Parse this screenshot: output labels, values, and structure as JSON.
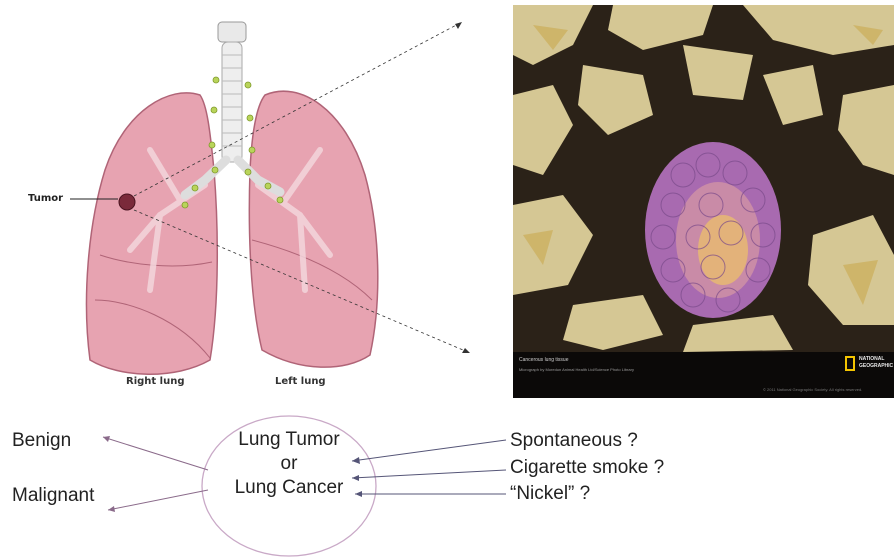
{
  "lung_diagram": {
    "tumor_label": "Tumor",
    "right_lung_label": "Right lung",
    "left_lung_label": "Left lung"
  },
  "photo": {
    "caption_title": "Cancerous lung tissue",
    "caption_credit": "Micrograph by Moredun Animal Health Ltd/Science Photo Library",
    "logo_text": "NATIONAL GEOGRAPHIC",
    "copyright": "© 2011 National Geographic Society. All rights reserved.",
    "colors": {
      "tumor": "#a86ab0",
      "tissue": "#e8d9a2",
      "background": "#2b2218"
    }
  },
  "concept_map": {
    "center_line1": "Lung Tumor",
    "center_line2": "or",
    "center_line3": "Lung Cancer",
    "outcomes": [
      "Benign",
      "Malignant"
    ],
    "causes": [
      "Spontaneous ?",
      "Cigarette smoke ?",
      "“Nickel” ?"
    ]
  }
}
